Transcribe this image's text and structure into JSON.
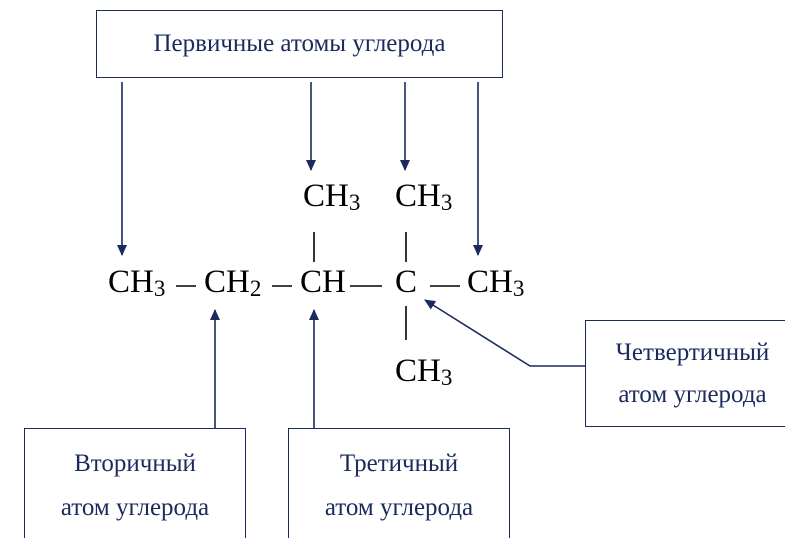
{
  "labels": {
    "primary": "Первичные атомы углерода",
    "secondary_line1": "Вторичный",
    "secondary_line2": "атом углерода",
    "tertiary_line1": "Третичный",
    "tertiary_line2": "атом углерода",
    "quaternary_line1": "Четвертичный",
    "quaternary_line2": "атом углерода"
  },
  "formula": {
    "ch3_base": "CH",
    "ch3_sub": "3",
    "ch2_base": "CH",
    "ch2_sub": "2",
    "ch": "CH",
    "c": "C"
  },
  "colors": {
    "box_border": "#1a2a5c",
    "arrow": "#1a2a5c",
    "formula_text": "#000000"
  }
}
